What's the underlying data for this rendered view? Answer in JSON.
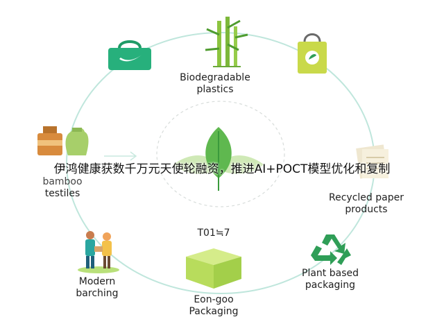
{
  "headline": "伊鸿健康获数千万元天使轮融资，推进AI+POCT模型优化和复制",
  "code_label": "T01≒7",
  "nodes": {
    "biodegradable": [
      "Biodegradable",
      "plastics"
    ],
    "bamboo": [
      "bamboo",
      "testiles"
    ],
    "recycled": [
      "Recycled paper",
      "products"
    ],
    "plant": [
      "Plant based",
      "packaging"
    ],
    "eon": [
      "Eon-goo",
      "Packaging"
    ],
    "modern": [
      "Modern",
      "barching"
    ]
  },
  "colors": {
    "ring": "#bfe6dc",
    "green_dark": "#2f9e57",
    "green_light": "#a8d870",
    "teal": "#27b07c"
  },
  "icons": [
    "shopping-bag-icon",
    "bamboo-icon",
    "eco-bag-icon",
    "jars-icon",
    "leaf-icon",
    "paper-icon",
    "recycle-icon",
    "box-icon",
    "people-icon"
  ]
}
